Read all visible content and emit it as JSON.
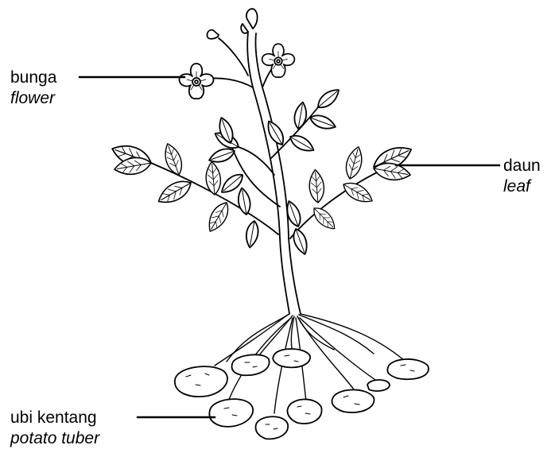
{
  "labels": {
    "flower": {
      "local": "bunga",
      "english": "flower"
    },
    "leaf": {
      "local": "daun",
      "english": "leaf"
    },
    "tuber": {
      "local": "ubi kentang",
      "english": "potato tuber"
    }
  },
  "colors": {
    "line": "#000000",
    "background": "#ffffff"
  }
}
